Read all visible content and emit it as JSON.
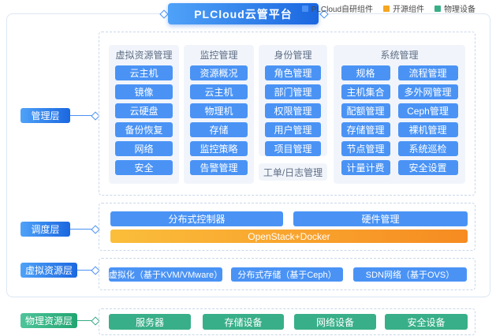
{
  "title": "PLCloud云管平台",
  "legend": {
    "items": [
      {
        "label": "PLCloud自研组件",
        "color": "#4a90f5"
      },
      {
        "label": "开源组件",
        "color": "#f5a623"
      },
      {
        "label": "物理设备",
        "color": "#38af88"
      }
    ]
  },
  "layers": {
    "management": "管理层",
    "scheduling": "调度层",
    "virtual": "虚拟资源层",
    "physical": "物理资源层"
  },
  "management": {
    "panels": [
      {
        "title": "虚拟资源管理",
        "items": [
          "云主机",
          "镜像",
          "云硬盘",
          "备份恢复",
          "网络",
          "安全"
        ]
      },
      {
        "title": "监控管理",
        "items": [
          "资源概况",
          "云主机",
          "物理机",
          "存储",
          "监控策略",
          "告警管理"
        ]
      },
      {
        "title": "身份管理",
        "items": [
          "角色管理",
          "部门管理",
          "权限管理",
          "用户管理",
          "项目管理"
        ]
      },
      {
        "title": "系统管理",
        "left": [
          "规格",
          "主机集合",
          "配额管理",
          "存储管理",
          "节点管理",
          "计量计费"
        ],
        "right": [
          "流程管理",
          "多外网管理",
          "Ceph管理",
          "裸机管理",
          "系统巡检",
          "安全设置"
        ]
      }
    ],
    "extra_box": "工单/日志管理"
  },
  "scheduling": {
    "bars": [
      "分布式控制器",
      "硬件管理"
    ],
    "open_source_bar": "OpenStack+Docker"
  },
  "virtual": {
    "items": [
      "虚拟化（基于KVM/VMware）",
      "分布式存储（基于Ceph）",
      "SDN网络（基于OVS）"
    ]
  },
  "physical": {
    "items": [
      "服务器",
      "存储设备",
      "网络设备",
      "安全设备"
    ]
  },
  "colors": {
    "self_developed": "#4a90f5",
    "open_source": "#f5a623",
    "physical_device": "#38af88",
    "panel_bg": "#f1f5fb",
    "dashed_border": "#c9d7ea",
    "outer_border": "#dbe6f3"
  }
}
